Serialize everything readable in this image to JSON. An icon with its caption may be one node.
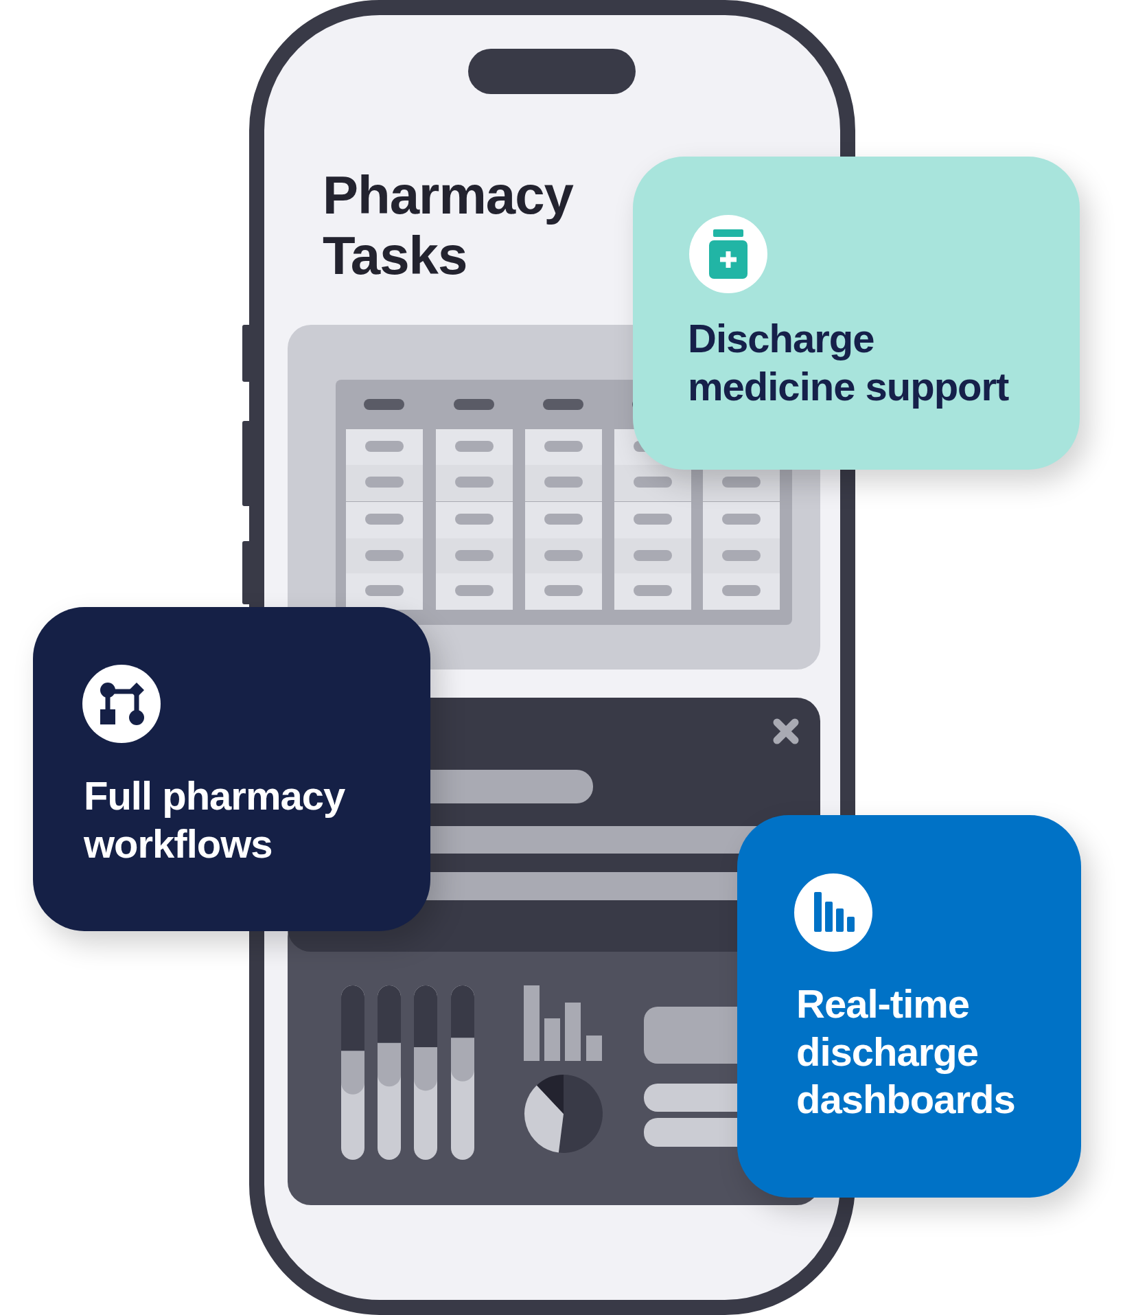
{
  "diagram": {
    "nodes": [
      {
        "text": [
          "Pharmacy Tasks"
        ]
      },
      {
        "text": [
          "Discharge medicine support"
        ]
      },
      {
        "text": [
          "Full pharmacy workflows"
        ]
      },
      {
        "text": [
          "Real-time discharge dashboards"
        ]
      }
    ]
  }
}
